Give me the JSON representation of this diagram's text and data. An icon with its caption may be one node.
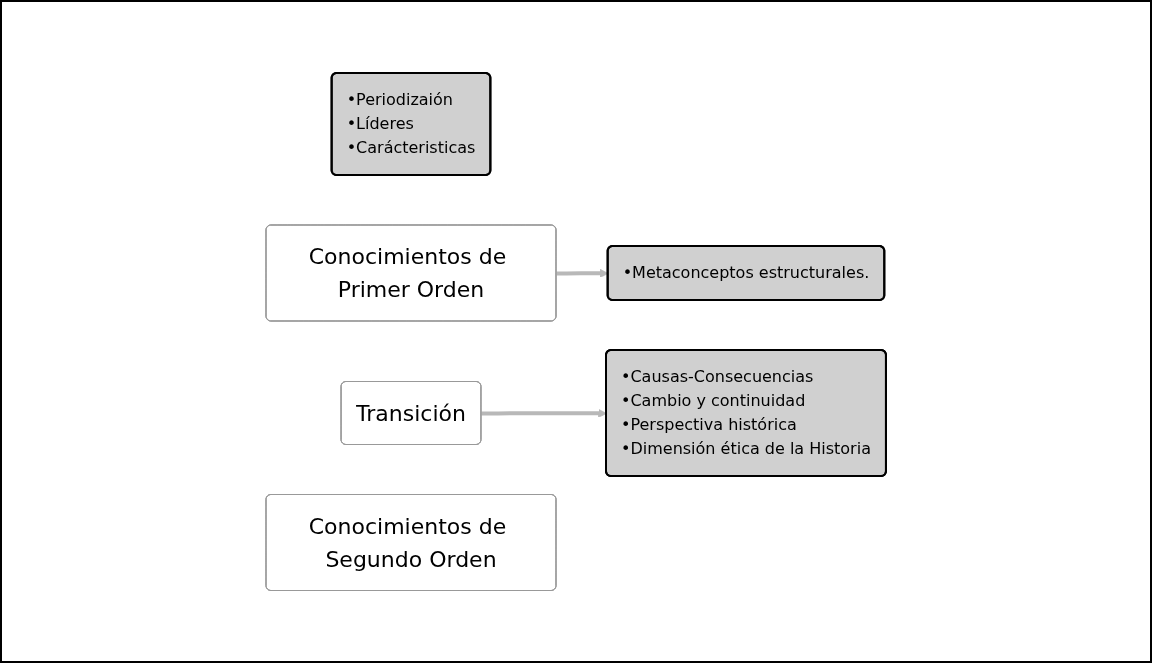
{
  "diagram": {
    "nodes": [
      {
        "text": [
          "•Periodizaión",
          "•Líderes",
          "•Carácteristicas"
        ]
      },
      {
        "text": [
          "Conocimientos de Primer Orden"
        ]
      },
      {
        "text": [
          "•Metaconceptos estructurales."
        ]
      },
      {
        "text": [
          "Transición"
        ]
      },
      {
        "text": [
          "•Causas-Consecuencias",
          "•Cambio y continuidad",
          "•Perspectiva histórica",
          "•Dimensión ética de la Historia"
        ]
      },
      {
        "text": [
          "Conocimientos de Segundo Orden"
        ]
      }
    ],
    "edges": [
      {
        "from": 1,
        "to": 2,
        "arrow": "to"
      },
      {
        "from": 3,
        "to": 4,
        "arrow": "to"
      }
    ]
  }
}
